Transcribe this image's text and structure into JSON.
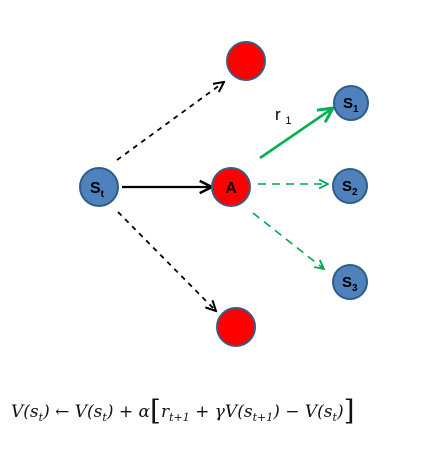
{
  "nodes": {
    "state_current": {
      "label": "S",
      "subscript": "t"
    },
    "action": {
      "label": "A"
    },
    "next_state_1": {
      "label": "S",
      "subscript": "1"
    },
    "next_state_2": {
      "label": "S",
      "subscript": "2"
    },
    "next_state_3": {
      "label": "S",
      "subscript": "3"
    }
  },
  "edge_labels": {
    "reward": {
      "label": "r",
      "subscript": "1"
    }
  },
  "formula": {
    "lhs": "V(s",
    "lhs_sub": "t",
    "lhs_close": ")",
    "arrow": " ← ",
    "rhs_a": "V(s",
    "rhs_a_sub": "t",
    "rhs_a_close": ") + α",
    "bracket_open": "[",
    "r": "r",
    "r_sub": "t+1",
    "plus_gamma": " + γV(s",
    "s_next_sub": "t+1",
    "minus": ") − V(s",
    "s_t_sub": "t",
    "close": ")",
    "bracket_close": "]"
  },
  "colors": {
    "state_fill": "#4f81bd",
    "state_stroke": "#2f5d8a",
    "action_fill": "#ff0000",
    "action_stroke": "#3d5a80",
    "black_edge": "#000000",
    "green_edge": "#00b050",
    "dashed_green_edge": "#00a64b"
  }
}
